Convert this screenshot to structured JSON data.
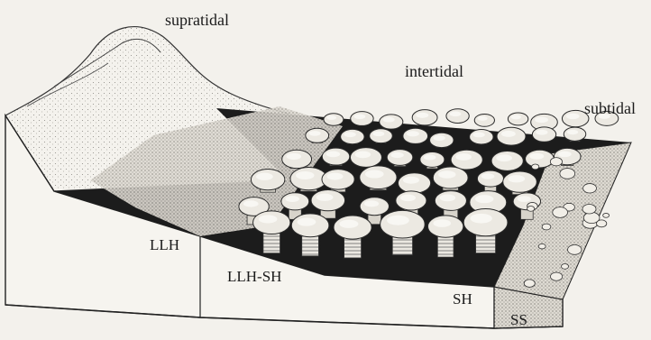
{
  "labels": {
    "supratidal": "supratidal",
    "intertidal": "intertidal",
    "subtidal": "subtidal"
  },
  "zones": {
    "llh": "LLH",
    "llh_sh": "LLH-SH",
    "sh": "SH",
    "ss": "SS"
  },
  "colors": {
    "paper": "#f3f1ec",
    "ink": "#1a1a1a",
    "stroma": "#e6e3dc",
    "shadow": "#141414"
  }
}
